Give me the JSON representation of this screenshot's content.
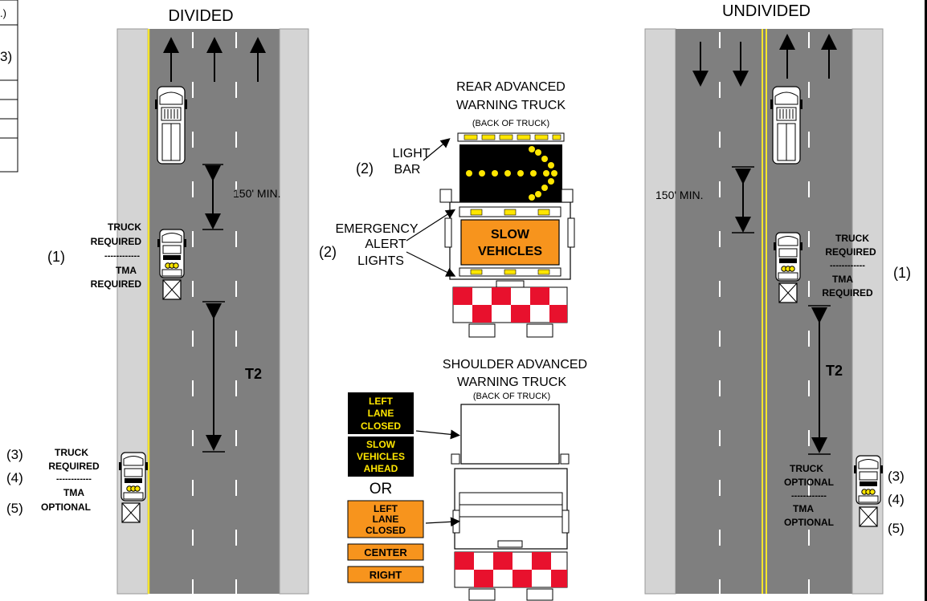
{
  "divided": {
    "title": "DIVIDED",
    "spacing_label": "150' MIN.",
    "t2_label": "T2",
    "truck1": {
      "num": "(1)",
      "line1": "TRUCK",
      "line2": "REQUIRED",
      "sep": "------------",
      "line3": "TMA",
      "line4": "REQUIRED"
    },
    "truck2": {
      "n3": "(3)",
      "n4": "(4)",
      "n5": "(5)",
      "line1": "TRUCK",
      "line2": "REQUIRED",
      "sep": "------------",
      "line3": "TMA",
      "line4": "OPTIONAL"
    }
  },
  "undivided": {
    "title": "UNDIVIDED",
    "spacing_label": "150' MIN.",
    "t2_label": "T2",
    "truck1": {
      "num": "(1)",
      "line1": "TRUCK",
      "line2": "REQUIRED",
      "sep": "------------",
      "line3": "TMA",
      "line4": "REQUIRED"
    },
    "truck2": {
      "n3": "(3)",
      "n4": "(4)",
      "n5": "(5)",
      "line1": "TRUCK",
      "line2": "OPTIONAL",
      "sep": "------------",
      "line3": "TMA",
      "line4": "OPTIONAL"
    }
  },
  "rear_truck": {
    "title1": "REAR ADVANCED",
    "title2": "WARNING TRUCK",
    "subtitle": "(BACK OF TRUCK)",
    "light_bar_num": "(2)",
    "light_bar1": "LIGHT",
    "light_bar2": "BAR",
    "alert_num": "(2)",
    "alert1": "EMERGENCY",
    "alert2": "ALERT",
    "alert3": "LIGHTS",
    "sign1": "SLOW",
    "sign2": "VEHICLES"
  },
  "shoulder_truck": {
    "title1": "SHOULDER ADVANCED",
    "title2": "WARNING TRUCK",
    "subtitle": "(BACK OF TRUCK)",
    "sign_a": [
      "LEFT",
      "LANE",
      "CLOSED"
    ],
    "sign_b": [
      "SLOW",
      "VEHICLES",
      "AHEAD"
    ],
    "or_label": "OR",
    "sign_c": [
      "LEFT",
      "LANE",
      "CLOSED"
    ],
    "sign_d": "CENTER",
    "sign_e": "RIGHT"
  },
  "partial_table": {
    "frag1": ".)",
    "frag2": "3)"
  },
  "colors": {
    "road": "#7f7f7f",
    "shoulder": "#d4d4d4",
    "yellow_line": "#f5e52a",
    "sign_orange": "#f7941d",
    "sign_black": "#000000",
    "led_yellow": "#ffe600",
    "checker_red": "#e8112d"
  }
}
